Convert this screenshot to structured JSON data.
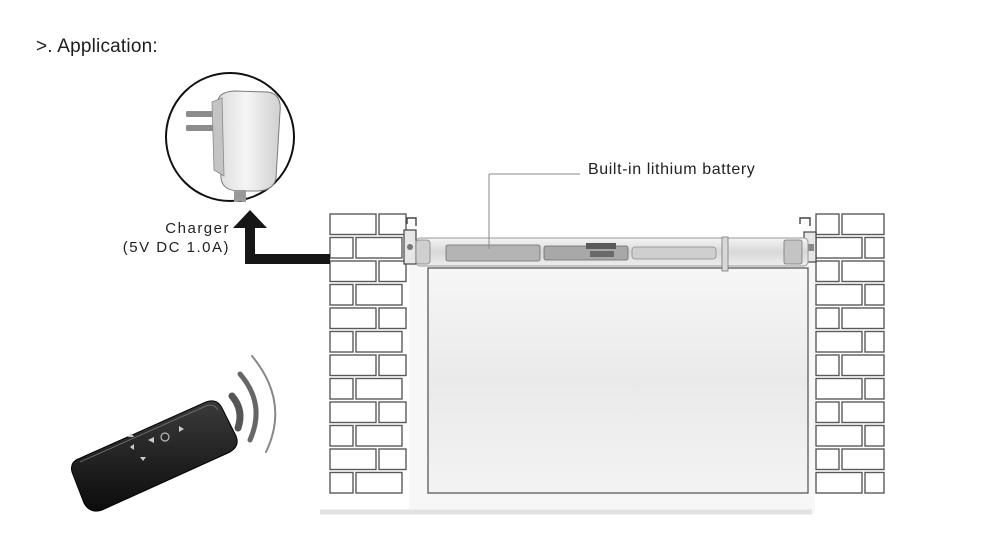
{
  "heading": ">. Application:",
  "battery_label": "Built-in lithium battery",
  "charger_label": {
    "line1": "Charger",
    "line2": "(5V DC 1.0A)"
  },
  "colors": {
    "arrow": "#161616",
    "brick_stroke": "#5a5a5a",
    "blind_fill": "#efefef"
  },
  "icons": {
    "charger": "wall-plug-adapter",
    "remote": "handheld-remote-control",
    "signal": "wireless-signal-waves"
  }
}
